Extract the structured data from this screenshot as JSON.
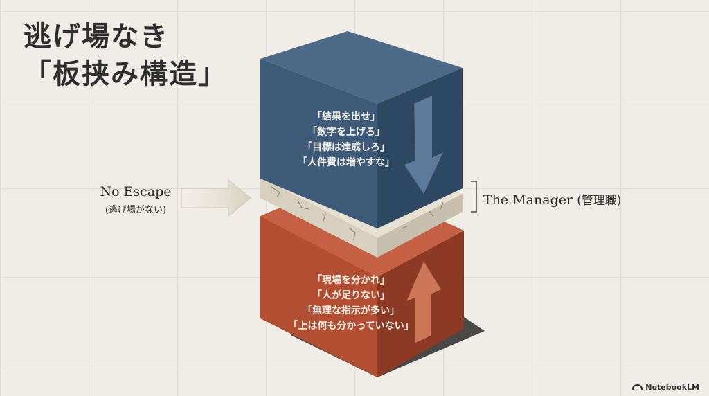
{
  "title": {
    "line1": "逃げ場なき",
    "line2": "「板挟み構造」"
  },
  "top_box": {
    "lines": [
      "「結果を出せ」",
      "「数字を上げろ」",
      "「目標は達成しろ」",
      "「人件費は増やすな」"
    ],
    "color": "#3d5a78",
    "arrow_direction": "down"
  },
  "bottom_box": {
    "lines": [
      "「現場を分かれ」",
      "「人が足りない」",
      "「無理な指示が多い」",
      "「上は何も分かっていない」"
    ],
    "color": "#b24e31",
    "arrow_direction": "up"
  },
  "middle_slab": {
    "color": "#ddd6c6"
  },
  "left_label": {
    "main": "No Escape",
    "sub": "(逃げ場がない)"
  },
  "right_label": {
    "main": "The Manager",
    "sub": "(管理職)"
  },
  "brand": {
    "name": "NotebookLM"
  }
}
